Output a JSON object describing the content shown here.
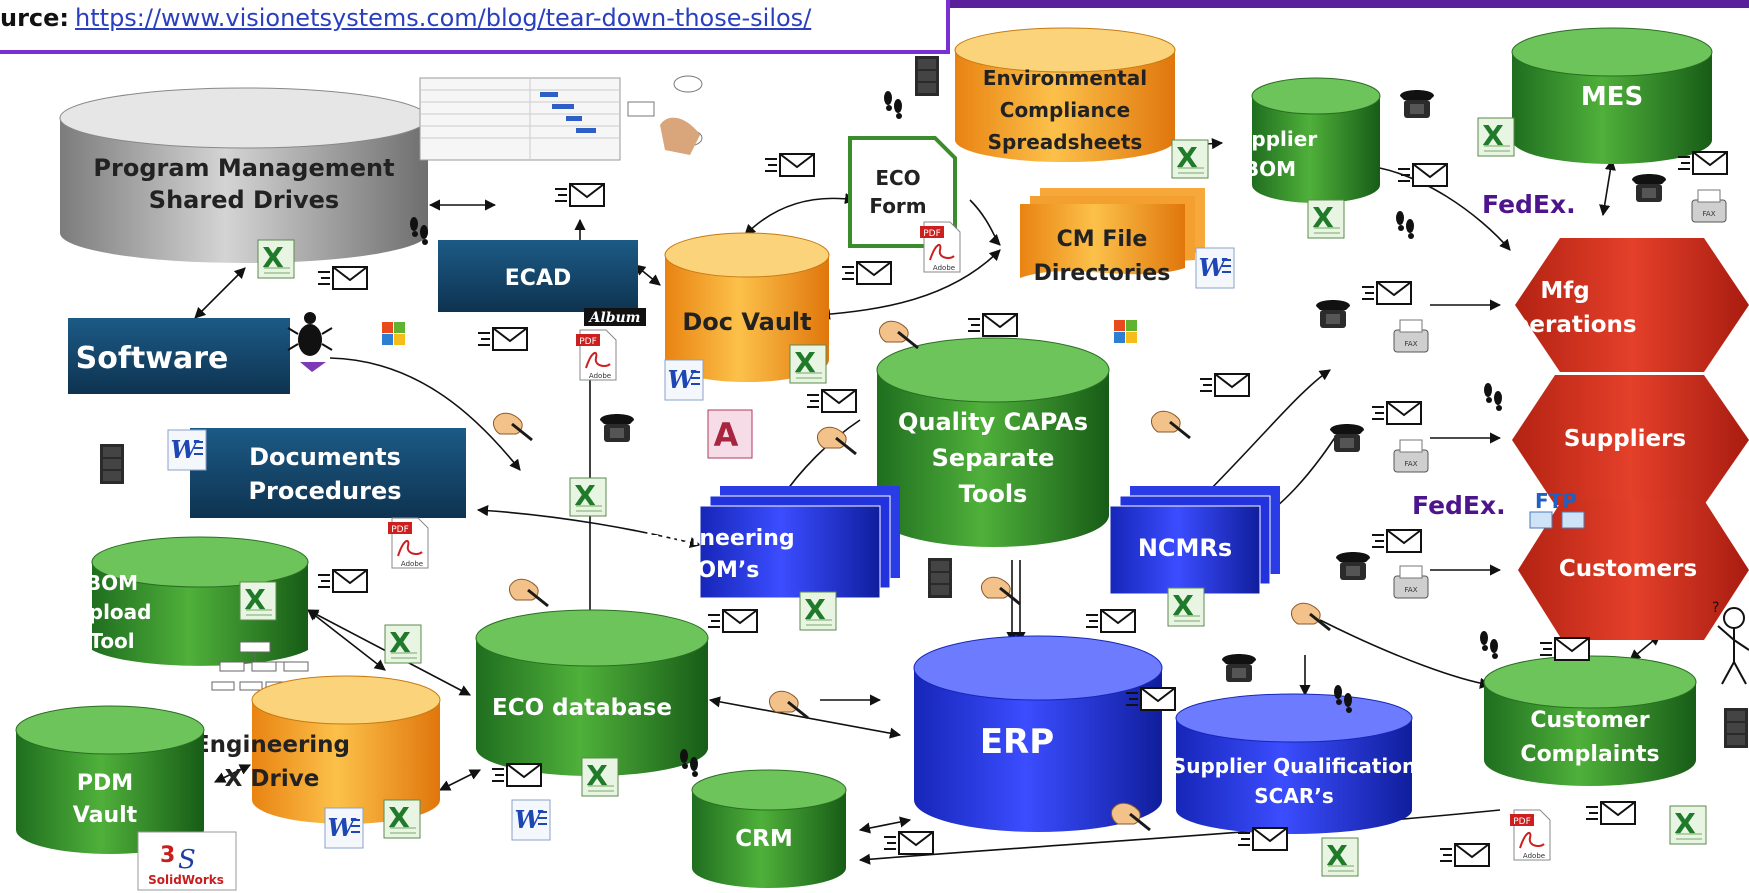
{
  "source": {
    "label": "urce:",
    "url": "https://www.visionetsystems.com/blog/tear-down-those-silos/"
  },
  "colors": {
    "frame_purple": "#7a2fd0",
    "green": "#2e8b2e",
    "blue": "#2233dd",
    "orange": "#f39a1e",
    "red": "#cc2a1e",
    "navy": "#134a6e",
    "gray": "#a8a8a8"
  },
  "nodes": {
    "program_mgmt": [
      "Program Management",
      "Shared Drives"
    ],
    "ecad": [
      "ECAD"
    ],
    "software": [
      "Software"
    ],
    "documents": [
      "Documents",
      "Procedures"
    ],
    "doc_vault": [
      "Doc Vault"
    ],
    "eco_form": [
      "ECO",
      "Form"
    ],
    "env_compliance": [
      "Environmental",
      "Compliance",
      "Spreadsheets"
    ],
    "cm_file": [
      "CM File",
      "Directories"
    ],
    "supplier_bom": [
      "Supplier",
      "BOM"
    ],
    "mes": [
      "MES"
    ],
    "mfg_ops": [
      "Mfg",
      "Operations"
    ],
    "suppliers": [
      "Suppliers"
    ],
    "customers": [
      "Customers"
    ],
    "quality": [
      "Quality CAPAs",
      "Separate",
      "Tools"
    ],
    "eng_bom": [
      "Engineering",
      "BOM’s"
    ],
    "ncmrs": [
      "NCMRs"
    ],
    "bom_upload": [
      "BOM",
      "Upload",
      "Tool"
    ],
    "eco_db": [
      "ECO database"
    ],
    "eng_x": [
      "Engineering",
      "X Drive"
    ],
    "pdm": [
      "PDM",
      "Vault"
    ],
    "crm": [
      "CRM"
    ],
    "erp": [
      "ERP"
    ],
    "supplier_qual": [
      "Supplier Qualification",
      "SCAR’s"
    ],
    "cust_complaints": [
      "Customer",
      "Complaints"
    ]
  },
  "logos": {
    "fedex_1": "FedEx.",
    "fedex_2": "FedEx.",
    "ftp": "FTP",
    "album": "Album",
    "solidworks": "SolidWorks",
    "pdf": "PDF",
    "adobe": "Adobe",
    "fax": "FAX"
  },
  "icons": [
    "email-icon",
    "excel-icon",
    "word-icon",
    "pdf-icon",
    "phone-icon",
    "fax-icon",
    "footprints-icon",
    "hand-pen-icon",
    "file-cabinet-icon",
    "windows-icon",
    "bug-icon",
    "access-icon"
  ]
}
